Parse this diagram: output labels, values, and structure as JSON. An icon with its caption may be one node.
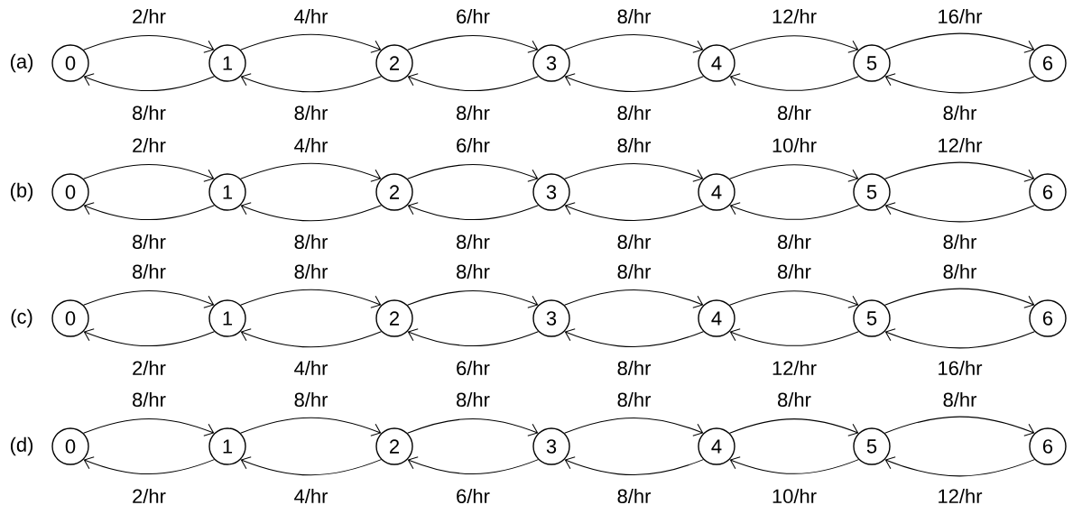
{
  "diagram": {
    "nodes": [
      {
        "text": [
          "0"
        ]
      },
      {
        "text": [
          "1"
        ]
      },
      {
        "text": [
          "2"
        ]
      },
      {
        "text": [
          "3"
        ]
      },
      {
        "text": [
          "4"
        ]
      },
      {
        "text": [
          "5"
        ]
      },
      {
        "text": [
          "6"
        ]
      },
      {
        "text": [
          "0"
        ]
      },
      {
        "text": [
          "1"
        ]
      },
      {
        "text": [
          "2"
        ]
      },
      {
        "text": [
          "3"
        ]
      },
      {
        "text": [
          "4"
        ]
      },
      {
        "text": [
          "5"
        ]
      },
      {
        "text": [
          "6"
        ]
      },
      {
        "text": [
          "0"
        ]
      },
      {
        "text": [
          "1"
        ]
      },
      {
        "text": [
          "2"
        ]
      },
      {
        "text": [
          "3"
        ]
      },
      {
        "text": [
          "4"
        ]
      },
      {
        "text": [
          "5"
        ]
      },
      {
        "text": [
          "6"
        ]
      },
      {
        "text": [
          "0"
        ]
      },
      {
        "text": [
          "1"
        ]
      },
      {
        "text": [
          "2"
        ]
      },
      {
        "text": [
          "3"
        ]
      },
      {
        "text": [
          "4"
        ]
      },
      {
        "text": [
          "5"
        ]
      },
      {
        "text": [
          "6"
        ]
      }
    ],
    "edges": [
      {
        "from": 0,
        "to": 1,
        "arrow": "to",
        "label": "2/hr"
      },
      {
        "from": 1,
        "to": 0,
        "arrow": "to",
        "label": "8/hr"
      },
      {
        "from": 1,
        "to": 2,
        "arrow": "to",
        "label": "4/hr"
      },
      {
        "from": 2,
        "to": 1,
        "arrow": "to",
        "label": "8/hr"
      },
      {
        "from": 2,
        "to": 3,
        "arrow": "to",
        "label": "6/hr"
      },
      {
        "from": 3,
        "to": 2,
        "arrow": "to",
        "label": "8/hr"
      },
      {
        "from": 3,
        "to": 4,
        "arrow": "to",
        "label": "8/hr"
      },
      {
        "from": 4,
        "to": 3,
        "arrow": "to",
        "label": "8/hr"
      },
      {
        "from": 4,
        "to": 5,
        "arrow": "to",
        "label": "12/hr"
      },
      {
        "from": 5,
        "to": 4,
        "arrow": "to",
        "label": "8/hr"
      },
      {
        "from": 5,
        "to": 6,
        "arrow": "to",
        "label": "16/hr"
      },
      {
        "from": 6,
        "to": 5,
        "arrow": "to",
        "label": "8/hr"
      },
      {
        "from": 7,
        "to": 8,
        "arrow": "to",
        "label": "2/hr"
      },
      {
        "from": 8,
        "to": 7,
        "arrow": "to",
        "label": "8/hr"
      },
      {
        "from": 8,
        "to": 9,
        "arrow": "to",
        "label": "4/hr"
      },
      {
        "from": 9,
        "to": 8,
        "arrow": "to",
        "label": "8/hr"
      },
      {
        "from": 9,
        "to": 10,
        "arrow": "to",
        "label": "6/hr"
      },
      {
        "from": 10,
        "to": 9,
        "arrow": "to",
        "label": "8/hr"
      },
      {
        "from": 10,
        "to": 11,
        "arrow": "to",
        "label": "8/hr"
      },
      {
        "from": 11,
        "to": 10,
        "arrow": "to",
        "label": "8/hr"
      },
      {
        "from": 11,
        "to": 12,
        "arrow": "to",
        "label": "10/hr"
      },
      {
        "from": 12,
        "to": 11,
        "arrow": "to",
        "label": "8/hr"
      },
      {
        "from": 12,
        "to": 13,
        "arrow": "to",
        "label": "12/hr"
      },
      {
        "from": 13,
        "to": 12,
        "arrow": "to",
        "label": "8/hr"
      },
      {
        "from": 14,
        "to": 15,
        "arrow": "to",
        "label": "8/hr"
      },
      {
        "from": 15,
        "to": 14,
        "arrow": "to",
        "label": "2/hr"
      },
      {
        "from": 15,
        "to": 16,
        "arrow": "to",
        "label": "8/hr"
      },
      {
        "from": 16,
        "to": 15,
        "arrow": "to",
        "label": "4/hr"
      },
      {
        "from": 16,
        "to": 17,
        "arrow": "to",
        "label": "8/hr"
      },
      {
        "from": 17,
        "to": 16,
        "arrow": "to",
        "label": "6/hr"
      },
      {
        "from": 17,
        "to": 18,
        "arrow": "to",
        "label": "8/hr"
      },
      {
        "from": 18,
        "to": 17,
        "arrow": "to",
        "label": "8/hr"
      },
      {
        "from": 18,
        "to": 19,
        "arrow": "to",
        "label": "8/hr"
      },
      {
        "from": 19,
        "to": 18,
        "arrow": "to",
        "label": "12/hr"
      },
      {
        "from": 19,
        "to": 20,
        "arrow": "to",
        "label": "8/hr"
      },
      {
        "from": 20,
        "to": 19,
        "arrow": "to",
        "label": "16/hr"
      },
      {
        "from": 21,
        "to": 22,
        "arrow": "to",
        "label": "8/hr"
      },
      {
        "from": 22,
        "to": 21,
        "arrow": "to",
        "label": "2/hr"
      },
      {
        "from": 22,
        "to": 23,
        "arrow": "to",
        "label": "8/hr"
      },
      {
        "from": 23,
        "to": 22,
        "arrow": "to",
        "label": "4/hr"
      },
      {
        "from": 23,
        "to": 24,
        "arrow": "to",
        "label": "8/hr"
      },
      {
        "from": 24,
        "to": 23,
        "arrow": "to",
        "label": "6/hr"
      },
      {
        "from": 24,
        "to": 25,
        "arrow": "to",
        "label": "8/hr"
      },
      {
        "from": 25,
        "to": 24,
        "arrow": "to",
        "label": "8/hr"
      },
      {
        "from": 25,
        "to": 26,
        "arrow": "to",
        "label": "8/hr"
      },
      {
        "from": 26,
        "to": 25,
        "arrow": "to",
        "label": "10/hr"
      },
      {
        "from": 26,
        "to": 27,
        "arrow": "to",
        "label": "8/hr"
      },
      {
        "from": 27,
        "to": 26,
        "arrow": "to",
        "label": "12/hr"
      }
    ],
    "labels": [
      "(a)",
      "(b)",
      "(c)",
      "(d)"
    ]
  }
}
